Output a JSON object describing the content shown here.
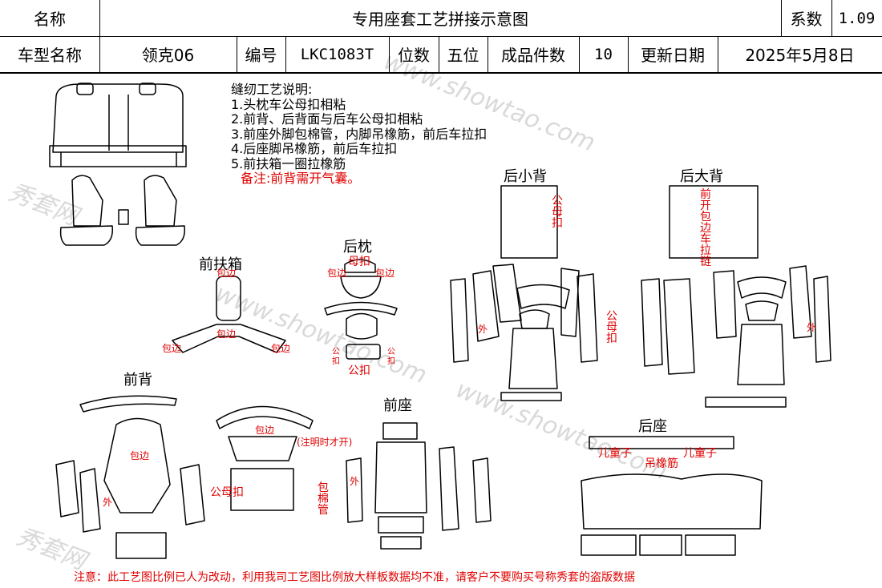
{
  "header": {
    "name_label": "名称",
    "title": "专用座套工艺拼接示意图",
    "coef_label": "系数",
    "coef_value": "1.09",
    "car_model_label": "车型名称",
    "car_model_value": "领克06",
    "code_label": "编号",
    "code_value": "LKC1083T",
    "seats_label": "位数",
    "seats_value": "五位",
    "pieces_label": "成品件数",
    "pieces_value": "10",
    "update_label": "更新日期",
    "update_value": "2025年5月8日"
  },
  "notes": {
    "title": "缝纫工艺说明:",
    "items": [
      "1.头枕车公母扣相粘",
      "2.前背、后背面与后车公母扣相粘",
      "3.前座外脚包棉管，内脚吊橡筋，前后车拉扣",
      "4.后座脚吊橡筋，前后车拉扣",
      "5.前扶箱一圈拉橡筋"
    ],
    "remark": "备注:前背需开气囊。"
  },
  "sections": {
    "front_armrest": "前扶箱",
    "rear_headrest": "后枕",
    "rear_small_back": "后小背",
    "rear_large_back": "后大背",
    "front_back": "前背",
    "front_seat": "前座",
    "rear_seat": "后座"
  },
  "annotations": {
    "binding": "包边",
    "female_snap": "母扣",
    "male_snap": "公扣",
    "male_female_snap": "公母扣",
    "male_female_snap_vertical": "公母扣",
    "outer": "外",
    "front_open_zip": "前开包边车拉链",
    "airbag_note": "(注明时才开)",
    "wrap_tube": "包棉管",
    "child_seat": "儿童子",
    "hang_elastic": "吊橡筋",
    "small_male": "公",
    "small_snap": "扣"
  },
  "watermark": "www.showtao.com",
  "watermark_cn": "秀套网",
  "footer": "注意：此工艺图比例已人为改动，利用我司工艺图比例放大样板数据均不准，请客户不要购买号称秀套的盗版数据",
  "colors": {
    "annotation": "#e00000",
    "line": "#000000",
    "watermark": "#d9d9d9"
  }
}
